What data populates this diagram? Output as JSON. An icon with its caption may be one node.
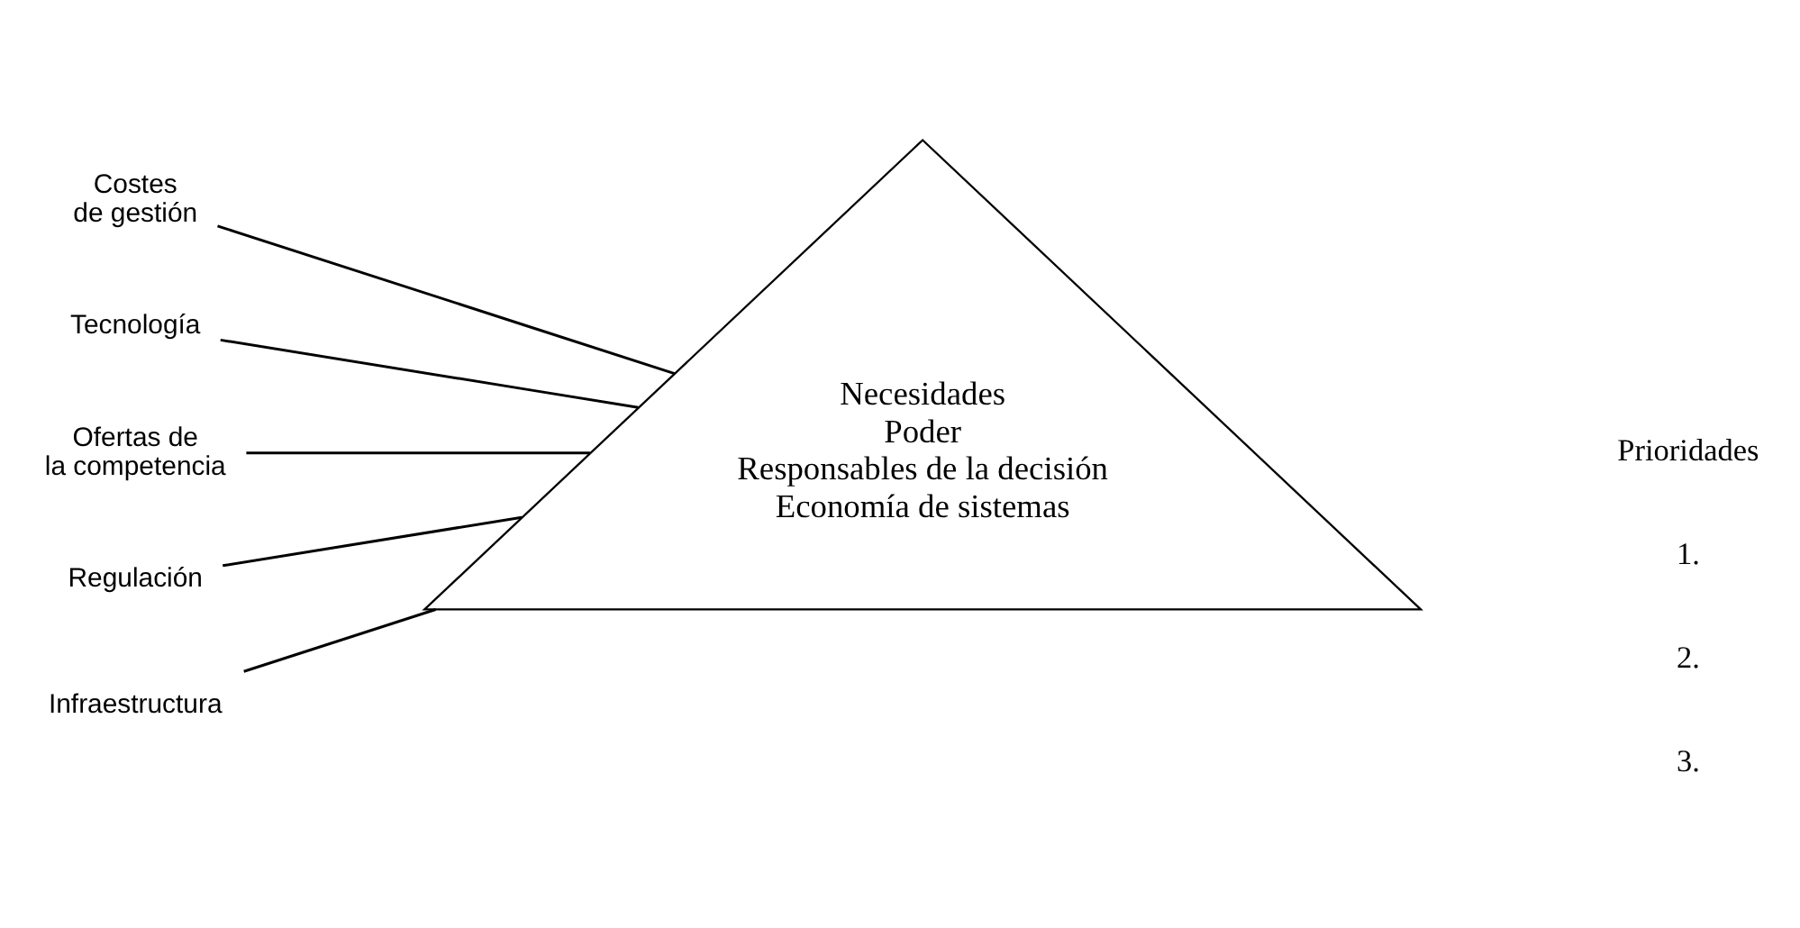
{
  "diagram": {
    "nodes": [
      {
        "text": [
          "Costes de gestión"
        ]
      },
      {
        "text": [
          "Tecnología"
        ]
      },
      {
        "text": [
          "Ofertas de la competencia"
        ]
      },
      {
        "text": [
          "Regulación"
        ]
      },
      {
        "text": [
          "Infraestructura"
        ]
      },
      {
        "text": [
          "Necesidades",
          "Poder",
          "Responsables de la decisión",
          "Economía de sistemas"
        ]
      }
    ],
    "edges": [
      {
        "from": 0,
        "to": 5,
        "arrow": "none"
      },
      {
        "from": 1,
        "to": 5,
        "arrow": "none"
      },
      {
        "from": 2,
        "to": 5,
        "arrow": "none"
      },
      {
        "from": 3,
        "to": 5,
        "arrow": "none"
      },
      {
        "from": 4,
        "to": 5,
        "arrow": "none"
      }
    ],
    "labels": [
      "Prioridades",
      "1.",
      "2.",
      "3."
    ]
  }
}
